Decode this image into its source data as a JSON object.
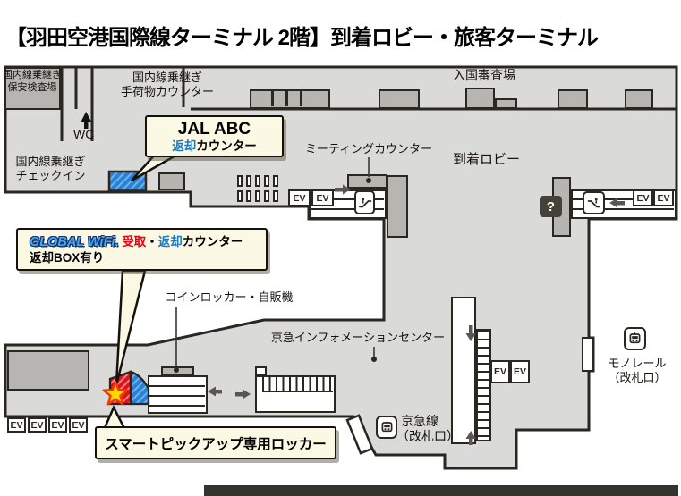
{
  "title": "【羽田空港国際線ターミナル 2階】到着ロビー・旅客ターミナル",
  "colors": {
    "floor": "#dadad8",
    "structure_gray": "#b6b5b2",
    "wall": "#2a2620",
    "callout_bg": "#fbf8e3",
    "jal_counter_blue": "#2b7fd4",
    "wifi_counter_red": "#e0111f",
    "star_yellow": "#ffd800",
    "star_outline": "#f0380b",
    "return_text_blue": "#1b79c6",
    "pickup_text_red": "#e60012"
  },
  "labels": {
    "ev": "EV",
    "question_mark": "?",
    "wc": "WC",
    "immigration": "入国審査場",
    "domestic_security": {
      "l1": "国内線乗継ぎ",
      "l2": "保安検査場"
    },
    "domestic_baggage": {
      "l1": "国内線乗継ぎ",
      "l2": "手荷物カウンター"
    },
    "domestic_checkin": {
      "l1": "国内線乗継ぎ",
      "l2": "チェックイン"
    },
    "meeting_counter": "ミーティングカウンター",
    "arrival_lobby": "到着ロビー",
    "coin_locker": "コインロッカー・自販機",
    "keikyu_info": "京急インフォメーションセンター",
    "keikyu_line": {
      "l1": "京急線",
      "l2": "（改札口）"
    },
    "monorail": {
      "l1": "モノレール",
      "l2": "（改札口）"
    }
  },
  "callouts": {
    "jal": {
      "title": "JAL ABC",
      "return": "返却",
      "counter": "カウンター"
    },
    "global_wifi": {
      "logo": "GLOBAL WiFi.",
      "pickup": "受取",
      "dot": "・",
      "return": "返却",
      "counter": "カウンター",
      "note": "返却BOX有り"
    },
    "smart_pickup": {
      "text": "スマートピックアップ専用ロッカー"
    }
  }
}
